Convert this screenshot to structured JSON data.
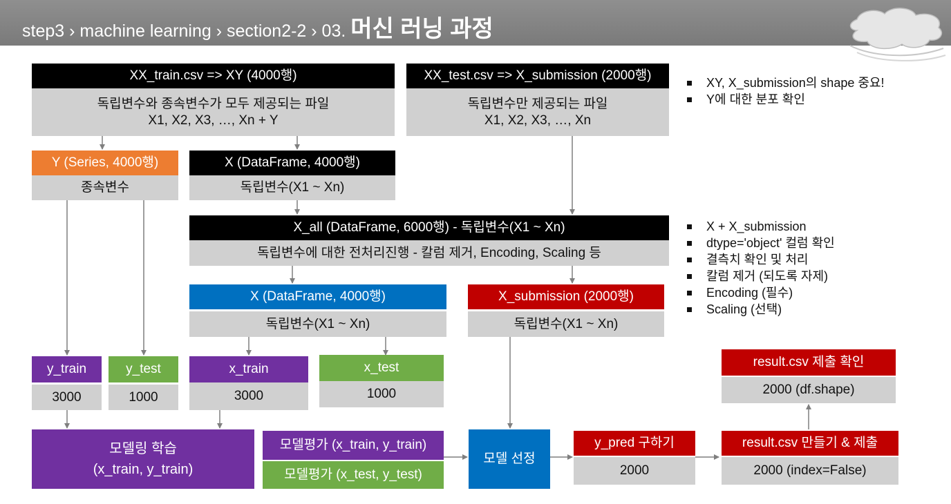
{
  "header": {
    "breadcrumb": "step3 › machine learning › section2-2 › 03.",
    "title": "머신 러닝 과정"
  },
  "train_file": {
    "title": "XX_train.csv => XY (4000행)",
    "desc_line1": "독립변수와 종속변수가 모두 제공되는 파일",
    "desc_line2": "X1, X2, X3, …,  Xn + Y"
  },
  "test_file": {
    "title": "XX_test.csv => X_submission (2000행)",
    "desc_line1": "독립변수만 제공되는 파일",
    "desc_line2": "X1, X2, X3, …,  Xn"
  },
  "notes_top": [
    "XY, X_submission의 shape 중요!",
    "Y에 대한 분포 확인"
  ],
  "y_series": {
    "title": "Y (Series, 4000행)",
    "desc": "종속변수"
  },
  "x_frame": {
    "title": "X (DataFrame, 4000행)",
    "desc": "독립변수(X1 ~ Xn)"
  },
  "x_all": {
    "title": "X_all (DataFrame, 6000행)  - 독립변수(X1 ~ Xn)",
    "desc": "독립변수에 대한 전처리진행 - 칼럼 제거, Encoding, Scaling 등"
  },
  "notes_mid": [
    "X + X_submission",
    "dtype='object' 컬럼 확인",
    "결측치 확인 및 처리",
    "칼럼 제거 (되도록 자제)",
    "Encoding (필수)",
    "Scaling (선택)"
  ],
  "x_processed": {
    "title": "X (DataFrame, 4000행)",
    "desc": "독립변수(X1 ~ Xn)"
  },
  "x_submission": {
    "title": "X_submission (2000행)",
    "desc": "독립변수(X1 ~ Xn)"
  },
  "y_train": {
    "title": "y_train",
    "value": "3000"
  },
  "y_test": {
    "title": "y_test",
    "value": "1000"
  },
  "x_train": {
    "title": "x_train",
    "value": "3000"
  },
  "x_test": {
    "title": "x_test",
    "value": "1000"
  },
  "modeling": {
    "line1": "모델링 학습",
    "line2": "(x_train, y_train)"
  },
  "eval_train": "모델평가 (x_train, y_train)",
  "eval_test": "모델평가 (x_test, y_test)",
  "model_select": "모델 선정",
  "y_pred": {
    "title": "y_pred 구하기",
    "value": "2000"
  },
  "result_make": {
    "title": "result.csv 만들기 & 제출",
    "value": "2000 (index=False)"
  },
  "result_check": {
    "title": "result.csv 제출 확인",
    "value": "2000 (df.shape)"
  },
  "colors": {
    "black": "#000000",
    "orange": "#ed7d31",
    "blue": "#0070c0",
    "red": "#c00000",
    "purple": "#7030a0",
    "green": "#70ad47",
    "gray": "#d0d0d0",
    "header": "#808080"
  }
}
